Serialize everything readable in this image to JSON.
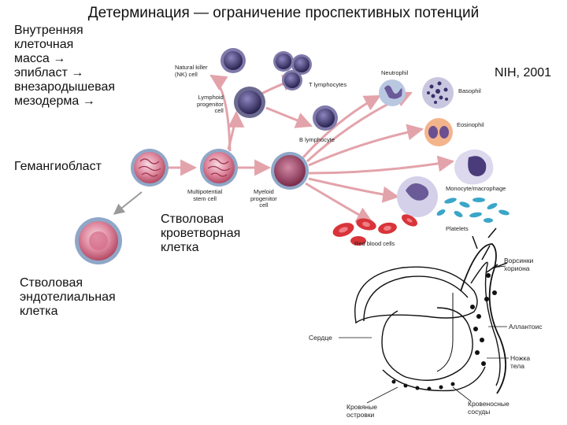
{
  "title": "Детерминация — ограничение проспективных потенций",
  "source_note": "NIH, 2001",
  "left_labels": {
    "lineage": "Внутренняя\nклеточная\nмасса →\nэпибласт →\nвнезародышевая\nмезодерма →",
    "hemangioblast": "Гемангиобласт",
    "endothelial": "Стволовая\nэндотелиальная\nклетка",
    "hematopoietic": "Стволовая\nкроветворная\nклетка"
  },
  "cell_labels": {
    "nk": "Natural killer\n(NK) cell",
    "lymphoid": "Lymphoid\nprogenitor\ncell",
    "t_lymph": "T lymphocytes",
    "b_lymph": "B lymphocyte",
    "neutrophil": "Neutrophil",
    "basophil": "Basophil",
    "eosinophil": "Eosinophil",
    "monocyte": "Monocyte/macrophage",
    "platelets": "Platelets",
    "rbc": "Red blood cells",
    "multipotential": "Multipotential\nstem cell",
    "myeloid": "Myeloid\nprogenitor\ncell"
  },
  "embryo_labels": {
    "villi": "Ворсинки\nхориона",
    "heart": "Сердце",
    "allantois": "Аллантоис",
    "stalk": "Ножка\nтела",
    "islands": "Кровяные\nостровки",
    "vessels": "Кровеносные\nсосуды"
  },
  "colors": {
    "stem_cell": "#c0506a",
    "lymphocyte": "#3c3468",
    "arrow": "#e3a3ab",
    "rbc": "#d8343a",
    "platelet": "#3aa6c8"
  }
}
